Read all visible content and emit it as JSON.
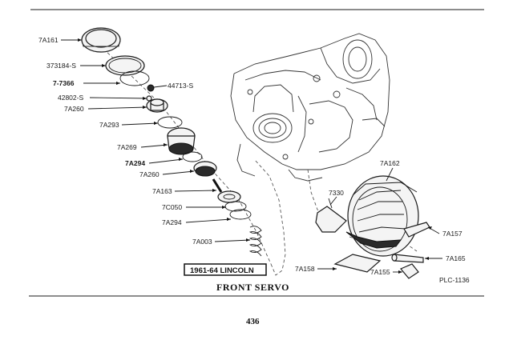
{
  "figure": {
    "title": "FRONT SERVO",
    "model_box": "1961-64 LINCOLN",
    "plate_ref": "PLC-1136",
    "page_number": "436"
  },
  "callouts": {
    "c_7A161": "7A161",
    "c_373184S": "373184-S",
    "c_7_7366": "7-7366",
    "c_44713S": "44713-S",
    "c_42802S": "42802-S",
    "c_7A260a": "7A260",
    "c_7A293": "7A293",
    "c_7A269": "7A269",
    "c_7A294a": "7A294",
    "c_7A260b": "7A260",
    "c_7A163": "7A163",
    "c_7C050": "7C050",
    "c_7A294b": "7A294",
    "c_7A003": "7A003",
    "c_7A162": "7A162",
    "c_7330": "7330",
    "c_7A157": "7A157",
    "c_7A165": "7A165",
    "c_7A158": "7A158",
    "c_7A155": "7A155"
  }
}
